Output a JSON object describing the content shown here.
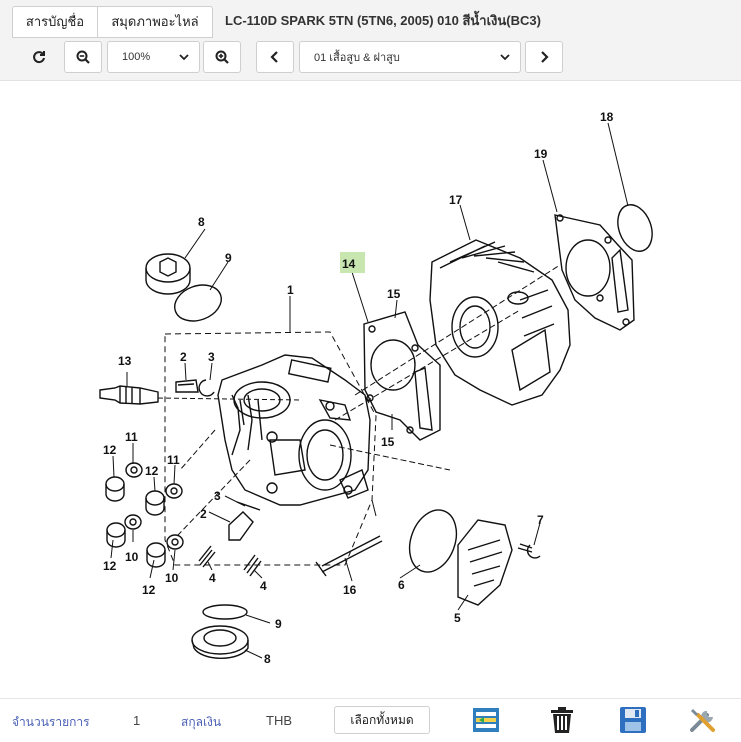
{
  "header": {
    "tabs": [
      {
        "label": "สารบัญชื่อ"
      },
      {
        "label": "สมุดภาพอะไหล่"
      }
    ],
    "title": "LC-110D SPARK 5TN (5TN6, 2005) 010 สีน้ำเงิน(BC3)"
  },
  "toolbar": {
    "zoom_value": "100%",
    "section_value": "01 เสื้อสูบ & ฝาสูบ",
    "icons": [
      "refresh-icon",
      "zoom-out-icon",
      "zoom-in-icon",
      "prev-icon",
      "next-icon"
    ]
  },
  "diagram": {
    "callouts": {
      "c1": "1",
      "c2a": "2",
      "c2b": "2",
      "c3a": "3",
      "c3b": "3",
      "c4a": "4",
      "c4b": "4",
      "c5": "5",
      "c6": "6",
      "c7": "7",
      "c8a": "8",
      "c8b": "8",
      "c9a": "9",
      "c9b": "9",
      "c10a": "10",
      "c10b": "10",
      "c11a": "11",
      "c11b": "11",
      "c12a": "12",
      "c12b": "12",
      "c12c": "12",
      "c12d": "12",
      "c13": "13",
      "c14": "14",
      "c15a": "15",
      "c15b": "15",
      "c16": "16",
      "c17": "17",
      "c18": "18",
      "c19": "19"
    },
    "highlighted": "14",
    "highlight_color": "#c8e6b0"
  },
  "footer": {
    "qty_label": "จำนวนรายการ",
    "qty_value": "1",
    "currency_label": "สกุลเงิน",
    "currency_value": "THB",
    "select_all_label": "เลือกทั้งหมด",
    "icons": [
      "add-to-cart-icon",
      "trash-icon",
      "save-icon",
      "settings-tools-icon"
    ]
  }
}
